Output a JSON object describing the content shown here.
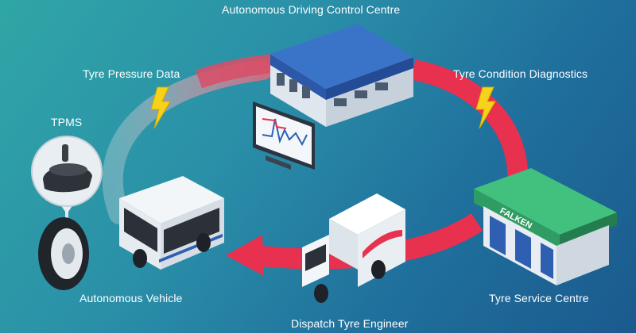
{
  "labels": {
    "control_centre": "Autonomous Driving Control Centre",
    "tyre_pressure": "Tyre Pressure Data",
    "tyre_condition": "Tyre Condition Diagnostics",
    "tpms": "TPMS",
    "autonomous_vehicle": "Autonomous Vehicle",
    "service_centre": "Tyre Service Centre",
    "dispatch": "Dispatch Tyre Engineer"
  },
  "signage": {
    "service_centre_sign": "FALKEN"
  },
  "colors": {
    "background": "#2a8fa8",
    "arrow_primary": "#e8304f",
    "arrow_faded": "#b9c8cc",
    "bolt": "#f7d21b",
    "building_blue": "#2f5fb0",
    "service_green": "#3fbf7a"
  },
  "icons": [
    "lightning-bolt-icon",
    "monitor-graph-icon"
  ]
}
